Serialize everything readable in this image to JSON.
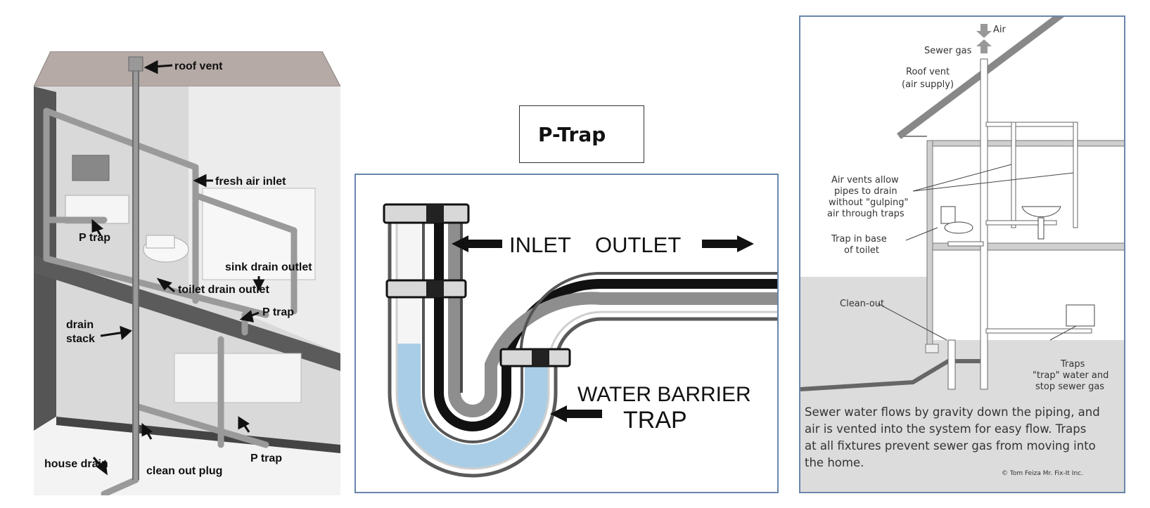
{
  "left_diagram": {
    "labels": {
      "roof_vent": "roof vent",
      "fresh_air_inlet": "fresh air inlet",
      "p_trap_upper": "P trap",
      "sink_drain_outlet": "sink drain outlet",
      "toilet_drain_outlet": "toilet drain outlet",
      "p_trap_middle": "P trap",
      "drain_stack_1": "drain",
      "drain_stack_2": "stack",
      "house_drain": "house drain",
      "clean_out_plug": "clean out plug",
      "p_trap_lower": "P trap"
    }
  },
  "center_diagram": {
    "title": "P-Trap",
    "labels": {
      "inlet": "INLET",
      "outlet": "OUTLET",
      "water_barrier": "WATER BARRIER",
      "trap": "TRAP"
    }
  },
  "right_diagram": {
    "labels": {
      "air": "Air",
      "sewer_gas": "Sewer gas",
      "roof_vent_1": "Roof vent",
      "roof_vent_2": "(air supply)",
      "air_vents_1": "Air vents allow",
      "air_vents_2": "pipes to drain",
      "air_vents_3": "without \"gulping\"",
      "air_vents_4": "air through traps",
      "trap_toilet_1": "Trap in base",
      "trap_toilet_2": "of toilet",
      "clean_out": "Clean-out",
      "traps_1": "Traps",
      "traps_2": "\"trap\" water and",
      "traps_3": "stop sewer gas"
    },
    "caption_lines": [
      "Sewer water flows by gravity down the piping, and",
      "air is vented into the system for easy flow. Traps",
      "at all fixtures prevent sewer gas from moving into",
      "the home."
    ],
    "credit": "© Tom Feiza Mr. Fix-It Inc."
  }
}
